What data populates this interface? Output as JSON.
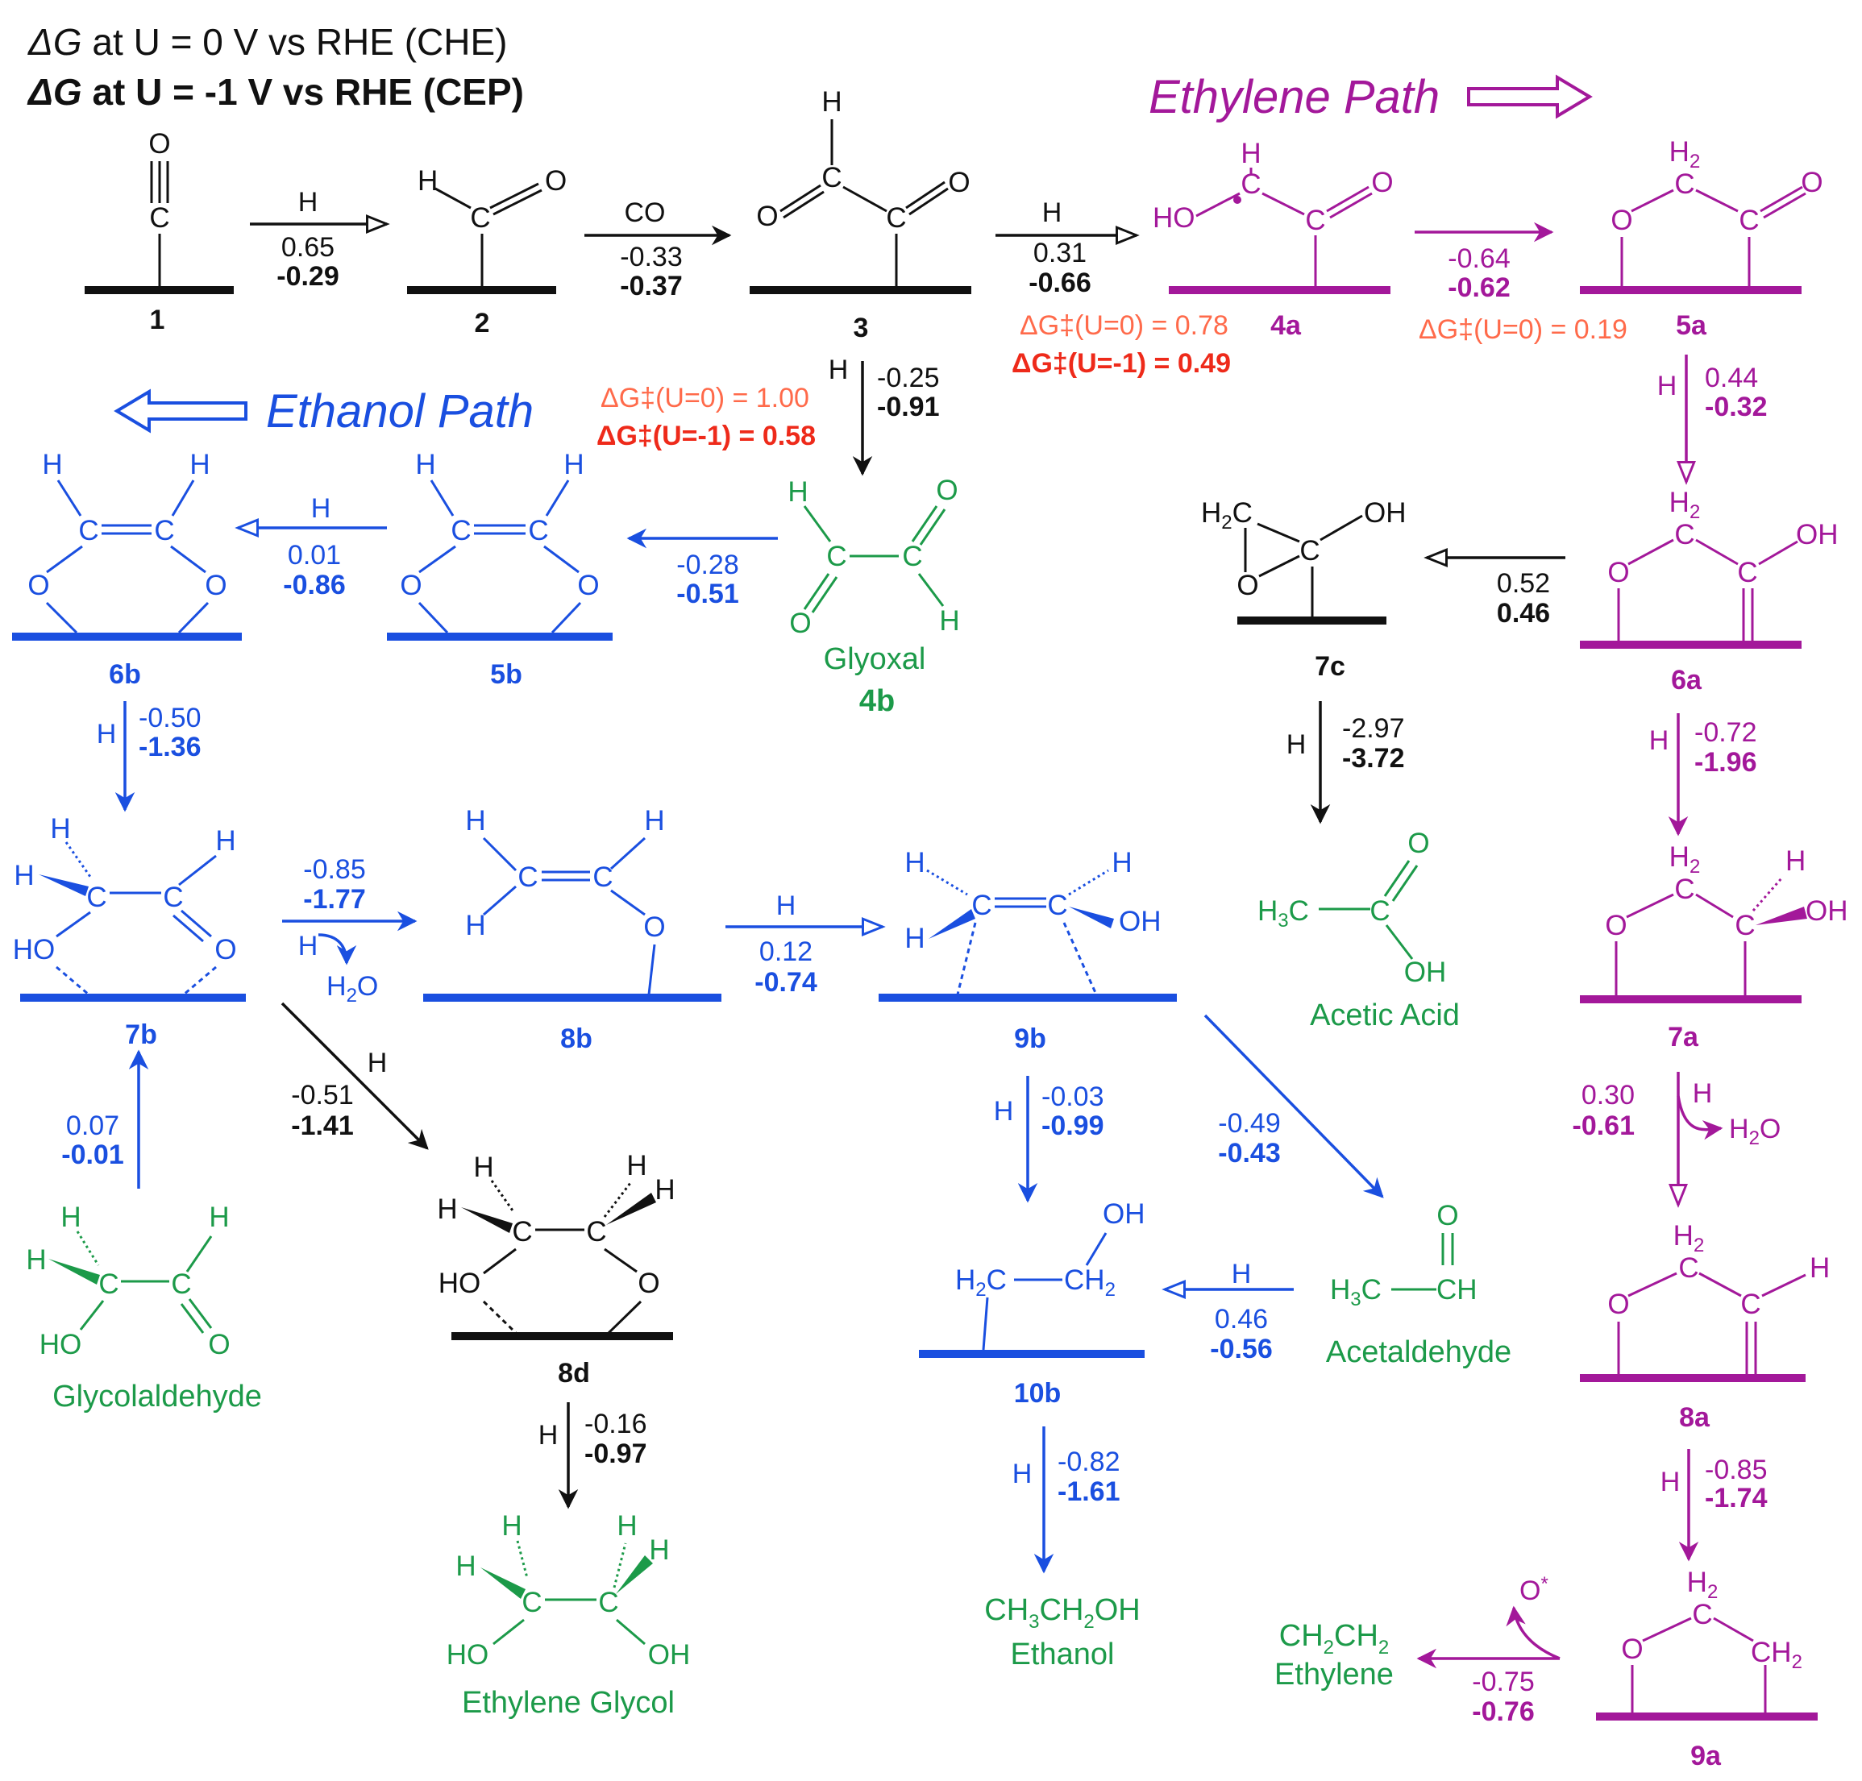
{
  "colors": {
    "black": "#111111",
    "blue": "#1a4fe0",
    "magenta": "#a3189a",
    "green": "#1c9a49",
    "red": "#ee2a1a",
    "lightred": "#ff6a4a"
  },
  "header": {
    "line1_italic": "ΔG",
    "line1_rest": " at U = 0 V vs RHE (CHE)",
    "line2_italic": "ΔG",
    "line2_rest": " at U = -1 V vs RHE (CEP)"
  },
  "paths": {
    "ethylene": "Ethylene Path",
    "ethanol": "Ethanol Path"
  },
  "species": {
    "s1": "1",
    "s2": "2",
    "s3": "3",
    "s4a": "4a",
    "s5a": "5a",
    "s6a": "6a",
    "s7a": "7a",
    "s8a": "8a",
    "s9a": "9a",
    "s4b": "4b",
    "s5b": "5b",
    "s6b": "6b",
    "s7b": "7b",
    "s8b": "8b",
    "s9b": "9b",
    "s10b": "10b",
    "s7c": "7c",
    "s8d": "8d"
  },
  "products": {
    "glyoxal": "Glyoxal",
    "acetic_acid": "Acetic Acid",
    "acetaldehyde": "Acetaldehyde",
    "glycolaldehyde": "Glycolaldehyde",
    "ethylene_glycol": "Ethylene Glycol",
    "ethanol": "Ethanol",
    "ethylene": "Ethylene"
  },
  "steps": {
    "s1_2": {
      "reagent": "H",
      "u0": "0.65",
      "u1": "-0.29"
    },
    "s2_3": {
      "reagent": "CO",
      "u0": "-0.33",
      "u1": "-0.37"
    },
    "s3_4a": {
      "reagent": "H",
      "u0": "0.31",
      "u1": "-0.66"
    },
    "s4a_5a": {
      "u0": "-0.64",
      "u1": "-0.62"
    },
    "s5a_6a": {
      "reagent": "H",
      "u0": "0.44",
      "u1": "-0.32"
    },
    "s6a_7c": {
      "u0": "0.52",
      "u1": "0.46"
    },
    "s6a_7a": {
      "reagent": "H",
      "u0": "-0.72",
      "u1": "-1.96"
    },
    "s7a_8a": {
      "reagent": "H",
      "u0": "0.30",
      "u1": "-0.61"
    },
    "s8a_9a": {
      "reagent": "H",
      "u0": "-0.85",
      "u1": "-1.74"
    },
    "s9a_eth": {
      "reagent": "O*",
      "u0": "-0.75",
      "u1": "-0.76"
    },
    "s3_4b": {
      "reagent": "H",
      "u0": "-0.25",
      "u1": "-0.91"
    },
    "s4b_5b": {
      "u0": "-0.28",
      "u1": "-0.51"
    },
    "s5b_6b": {
      "reagent": "H",
      "u0": "0.01",
      "u1": "-0.86"
    },
    "s6b_7b": {
      "reagent": "H",
      "u0": "-0.50",
      "u1": "-1.36"
    },
    "s7b_8b": {
      "reagent": "H",
      "u0": "-0.85",
      "u1": "-1.77"
    },
    "s8b_9b": {
      "reagent": "H",
      "u0": "0.12",
      "u1": "-0.74"
    },
    "s9b_10b": {
      "reagent": "H",
      "u0": "-0.03",
      "u1": "-0.99"
    },
    "s9b_ald": {
      "u0": "-0.49",
      "u1": "-0.43"
    },
    "sald_10b": {
      "reagent": "H",
      "u0": "0.46",
      "u1": "-0.56"
    },
    "s10b_etoh": {
      "reagent": "H",
      "u0": "-0.82",
      "u1": "-1.61"
    },
    "s7c_acid": {
      "reagent": "H",
      "u0": "-2.97",
      "u1": "-3.72"
    },
    "s7b_8d": {
      "reagent": "H",
      "u0": "-0.51",
      "u1": "-1.41"
    },
    "s8d_glycol": {
      "reagent": "H",
      "u0": "-0.16",
      "u1": "-0.97"
    },
    "sgly_7b": {
      "u0": "0.07",
      "u1": "-0.01"
    }
  },
  "barriers": {
    "b4a_u0": "ΔG‡(U=0) = 0.78",
    "b4a_u1": "ΔG‡(U=-1) = 0.49",
    "b5a_u0": "ΔG‡(U=0) = 0.19",
    "b4b_u0": "ΔG‡(U=0) = 1.00",
    "b4b_u1": "ΔG‡(U=-1) = 0.58"
  },
  "atoms": {
    "H": "H",
    "C": "C",
    "O": "O",
    "OH": "OH",
    "HO": "HO",
    "H2": "H",
    "H3": "H",
    "H2O": "H",
    "CH": "CH",
    "CH2": "CH",
    "Ostar": "O"
  },
  "subs": {
    "two": "2",
    "three": "3",
    "star": "*"
  },
  "formulas": {
    "ch3ch2oh": [
      "CH",
      "3",
      "CH",
      "2",
      "OH"
    ],
    "ch2ch2": [
      "CH",
      "2",
      "CH",
      "2"
    ]
  }
}
